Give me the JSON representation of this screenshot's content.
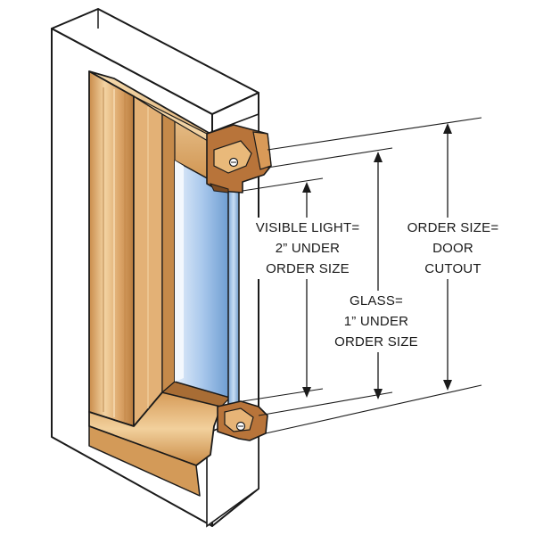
{
  "diagram": {
    "labels": {
      "visible_light": [
        "VISIBLE LIGHT=",
        "2” UNDER",
        "ORDER SIZE"
      ],
      "glass": [
        "GLASS=",
        "1” UNDER",
        "ORDER SIZE"
      ],
      "order_size": [
        "ORDER SIZE=",
        "DOOR",
        "CUTOUT"
      ]
    },
    "colors": {
      "outline": "#1a1a1a",
      "door": "#ffffff",
      "frame_light": "#f1cf9c",
      "frame_mid": "#d9a262",
      "frame_dark": "#a86b32",
      "glass_light": "#dbe9f7",
      "glass_dark": "#6f9fd2",
      "glass_edge": "#9ec3ea"
    }
  }
}
